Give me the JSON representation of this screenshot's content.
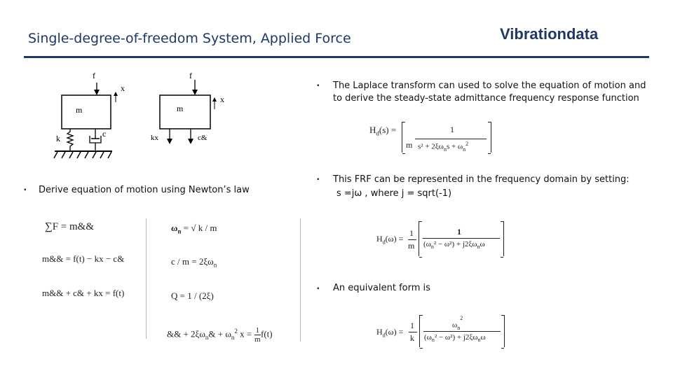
{
  "header": {
    "title": "Single-degree-of-freedom System, Applied Force",
    "brand": "Vibrationdata",
    "accent_color": "#1f3864"
  },
  "diagram": {
    "left_f": "f",
    "left_x": "x",
    "left_m": "m",
    "left_k": "k",
    "left_c": "c",
    "fbd_f": "f",
    "fbd_x": "x",
    "fbd_m": "m",
    "fbd_kx": "kx",
    "fbd_cxdot": "c&"
  },
  "left": {
    "bullet": "Derive equation of motion using Newton’s law",
    "eq1": "∑F = m&&",
    "eq2": "m&& = f(t) − kx − c&",
    "eq3": "m&& + c& + kx = f(t)",
    "eq4_pre": "ω",
    "eq4_sub": "n",
    "eq4_post": " = √ k / m",
    "eq5": "c / m = 2ξω",
    "eq5_sub": "n",
    "eq6": "Q = 1 / (2ξ)",
    "eq7": "&& + 2ξω",
    "eq7_sub": "n",
    "eq7_mid": "& + ω",
    "eq7_sub2": "n",
    "eq7_sup": "2",
    "eq7_x": " x = ",
    "eq7_num": "1",
    "eq7_den": "m",
    "eq7_end": "f(t)"
  },
  "right": {
    "bullet1": "The Laplace transform can used to solve the equation of motion and to derive the steady-state admittance frequency response function",
    "bullet2_line1": "This FRF can be represented in the frequency domain by setting:",
    "bullet2_line2": "s =jω ,  where  j = sqrt(-1)",
    "bullet3": "An equivalent form is",
    "hs_label": "H",
    "hs_sub": "d",
    "hs_arg": "(s) =",
    "hs_num": "1",
    "hs_den_m": "m",
    "hs_den_expr": "s² + 2ξω",
    "hs_den_n": "n",
    "hs_den_s": "s + ω",
    "hs_den_n2": "n",
    "hs_den_sq": "2",
    "hw_label": "H",
    "hw_sub": "d",
    "hw_arg": "(ω) =",
    "hw_one": "1",
    "hw_m": "m",
    "hw_num": "1",
    "hw_den": "ω",
    "hw_den_n": "n",
    "hw_den_rest": "² − ω²) + j2ξω",
    "hw_den_n2": "n",
    "hw_den_end": "ω",
    "he_label": "H",
    "he_sub": "d",
    "he_arg": "(ω) =",
    "he_one": "1",
    "he_k": "k",
    "he_num": "ω",
    "he_num_n": "n",
    "he_num_sq": "2",
    "he_den": "ω",
    "he_den_n": "n",
    "he_den_rest": "² − ω²) + j2ξω",
    "he_den_n2": "n",
    "he_den_end": "ω"
  }
}
